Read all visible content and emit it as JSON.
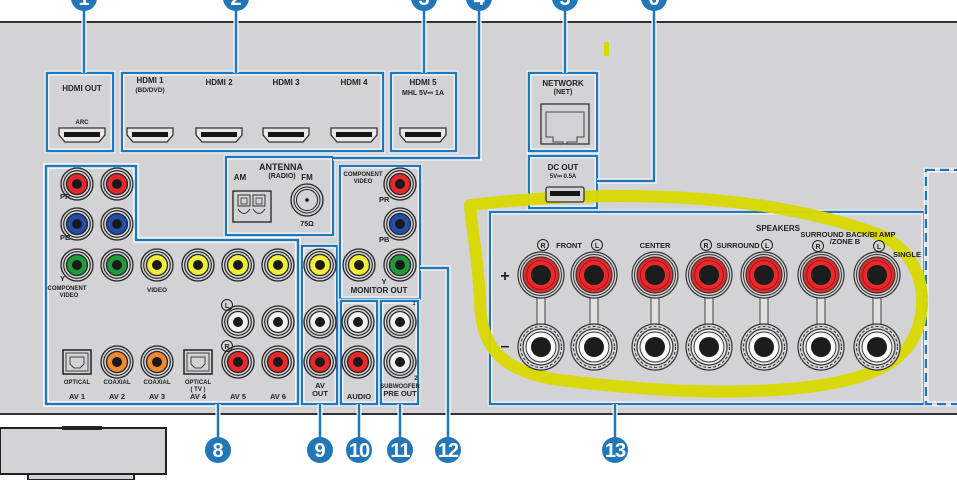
{
  "diagram": {
    "title": "AV receiver rear panel",
    "colors": {
      "panel": "#d3d3d5",
      "callout": "#2277b8",
      "highlight": "#d8d800",
      "jack_red": "#e8292b",
      "jack_blue": "#1f4fa8",
      "jack_green": "#1f9a3c",
      "jack_yellow": "#f2ef3a",
      "jack_orange": "#f08a2c",
      "jack_white": "#f2f2f2"
    },
    "callouts": [
      {
        "num": "1"
      },
      {
        "num": "2"
      },
      {
        "num": "3"
      },
      {
        "num": "4"
      },
      {
        "num": "5"
      },
      {
        "num": "6"
      },
      {
        "num": "8"
      },
      {
        "num": "9"
      },
      {
        "num": "10"
      },
      {
        "num": "11"
      },
      {
        "num": "12"
      },
      {
        "num": "13"
      }
    ],
    "hdmi": {
      "out_label": "HDMI OUT",
      "arc_label": "ARC",
      "in_labels": [
        "HDMI 1",
        "HDMI 2",
        "HDMI 3",
        "HDMI 4"
      ],
      "hdmi1_sub": "(BD/DVD)",
      "hdmi5_label": "HDMI 5",
      "hdmi5_sub": "MHL 5V⎓ 1A"
    },
    "network": {
      "label": "NETWORK",
      "sub": "(NET)"
    },
    "dc_out": {
      "label": "DC OUT",
      "sub": "5V⎓ 0.5A"
    },
    "antenna": {
      "label": "ANTENNA",
      "sub": "(RADIO)",
      "am": "AM",
      "fm": "FM",
      "impedance": "75Ω"
    },
    "av_inputs": {
      "pr": "PR",
      "pb": "PB",
      "y": "Y",
      "component_video": [
        "COMPONENT",
        "VIDEO"
      ],
      "video": "VIDEO",
      "l": "L",
      "r": "R",
      "optical": "OPTICAL",
      "coaxial": "COAXIAL",
      "tv": "( TV )",
      "inputs": [
        "AV 1",
        "AV 2",
        "AV 3",
        "AV 4",
        "AV 5",
        "AV 6"
      ]
    },
    "av_out": [
      "AV",
      "OUT"
    ],
    "audio": "AUDIO",
    "subwoofer": {
      "label": "SUBWOOFER",
      "pre_out": "PRE OUT",
      "n1": "1",
      "n2": "2"
    },
    "monitor_out": {
      "component_video": [
        "COMPONENT",
        "VIDEO"
      ],
      "pr": "PR",
      "pb": "PB",
      "y": "Y",
      "label": "MONITOR OUT"
    },
    "speakers": {
      "title": "SPEAKERS",
      "front": "FRONT",
      "center": "CENTER",
      "surround": "SURROUND",
      "surround_back": "SURROUND BACK/BI AMP",
      "zone_b": "/ZONE B",
      "single": "SINGLE",
      "r": "R",
      "l": "L",
      "plus": "+",
      "minus": "–"
    }
  }
}
